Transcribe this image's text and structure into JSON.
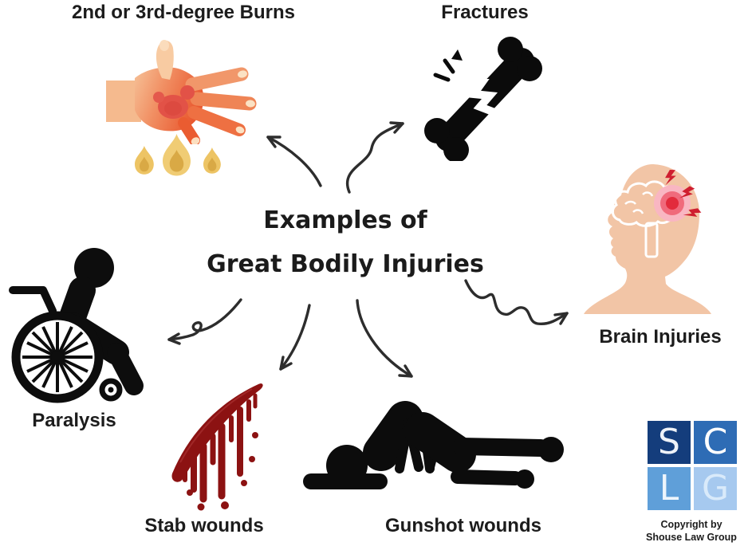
{
  "title": {
    "line1": "Examples of",
    "line2": "Great Bodily Injuries"
  },
  "labels": {
    "burns": "2nd or 3rd-degree Burns",
    "fractures": "Fractures",
    "brain": "Brain Injuries",
    "paralysis": "Paralysis",
    "stab": "Stab wounds",
    "gunshot": "Gunshot wounds"
  },
  "icons": {
    "burns": "burned-hand-icon",
    "burns_fire": "flames-icon",
    "fractures": "broken-bone-icon",
    "brain": "head-brain-injury-icon",
    "paralysis": "wheelchair-icon",
    "stab": "blood-slash-icon",
    "gunshot": "fallen-person-icon",
    "logo": "sclg-logo"
  },
  "logo": {
    "letters": [
      "S",
      "C",
      "L",
      "G"
    ],
    "square_colors": [
      "#143d7c",
      "#2e6cb5",
      "#5f9fd9",
      "#a6c9ef"
    ]
  },
  "copyright": {
    "line1": "Copyright by",
    "line2": "Shouse Law Group"
  },
  "colors": {
    "background": "#ffffff",
    "text": "#1c1c1c",
    "arrow": "#2d2d2d",
    "icon_black": "#0d0d0d",
    "skin": "#f2c5a6",
    "hand_light": "#f6c197",
    "hand_red": "#e84e28",
    "burn_spot": "#dc4a40",
    "flame_outer": "#edc464",
    "flame_inner": "#d9a945",
    "blood": "#8c1212",
    "impact_red": "#e22b3c",
    "bolt_red": "#cf1f30"
  }
}
